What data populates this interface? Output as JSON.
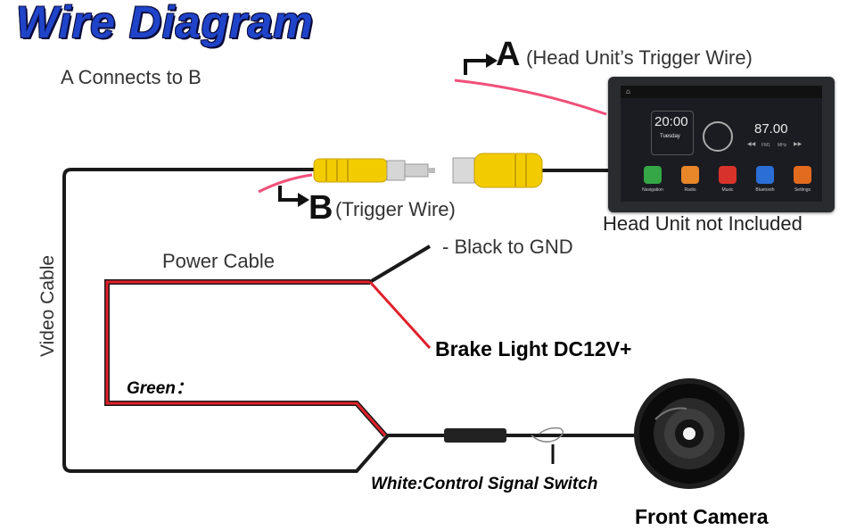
{
  "title": "Wire Diagram",
  "note": "A Connects to B",
  "label_a": {
    "letter": "A",
    "text": "(Head Unit’s Trigger Wire)"
  },
  "label_b": {
    "letter": "B",
    "text": "(Trigger Wire)"
  },
  "head_unit": {
    "caption": "Head Unit not Included",
    "time": "20:00",
    "day": "Tuesday",
    "frequency": "87.00",
    "band": "FM1",
    "unit": "MHz",
    "apps": [
      {
        "label": "Navigation",
        "color": "#35a746"
      },
      {
        "label": "Radio",
        "color": "#e8862a"
      },
      {
        "label": "Music",
        "color": "#d8332a"
      },
      {
        "label": "Bluetooth",
        "color": "#2b6fd6"
      },
      {
        "label": "Settings",
        "color": "#e36b1e"
      }
    ]
  },
  "video_cable": "Video Cable",
  "power_cable": "Power Cable",
  "black_gnd": "- Black to GND",
  "brake_light": "Brake Light DC12V+",
  "green": "Green：",
  "white_signal": "White:Control Signal Switch",
  "front_camera": "Front Camera",
  "colors": {
    "title": "#1f44c9",
    "red_wire": "#e0202a",
    "pink_wire": "#f0507a",
    "connector": "#f3cc00"
  }
}
